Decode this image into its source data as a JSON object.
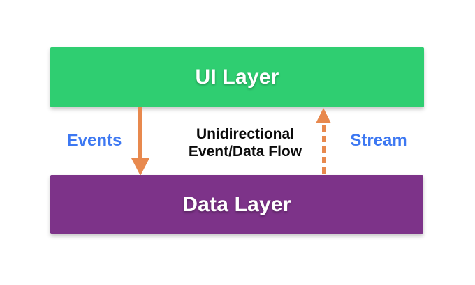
{
  "diagram": {
    "nodes": [
      {
        "id": "ui-layer",
        "label": "UI Layer"
      },
      {
        "id": "data-layer",
        "label": "Data Layer"
      }
    ],
    "edges": [
      {
        "id": "events",
        "label": "Events",
        "from": "ui-layer",
        "to": "data-layer",
        "style": "solid",
        "direction": "down"
      },
      {
        "id": "stream",
        "label": "Stream",
        "from": "data-layer",
        "to": "ui-layer",
        "style": "dashed",
        "direction": "up"
      }
    ],
    "caption": {
      "line1": "Unidirectional",
      "line2": "Event/Data Flow"
    }
  },
  "colors": {
    "background": "#FFFFFF",
    "ui_layer": "#2FCE71",
    "data_layer": "#7D3389",
    "arrow": "#E8894E",
    "edge_label": "#3D78F2",
    "caption": "#0B0B0B",
    "node_text": "#FFFFFF"
  }
}
